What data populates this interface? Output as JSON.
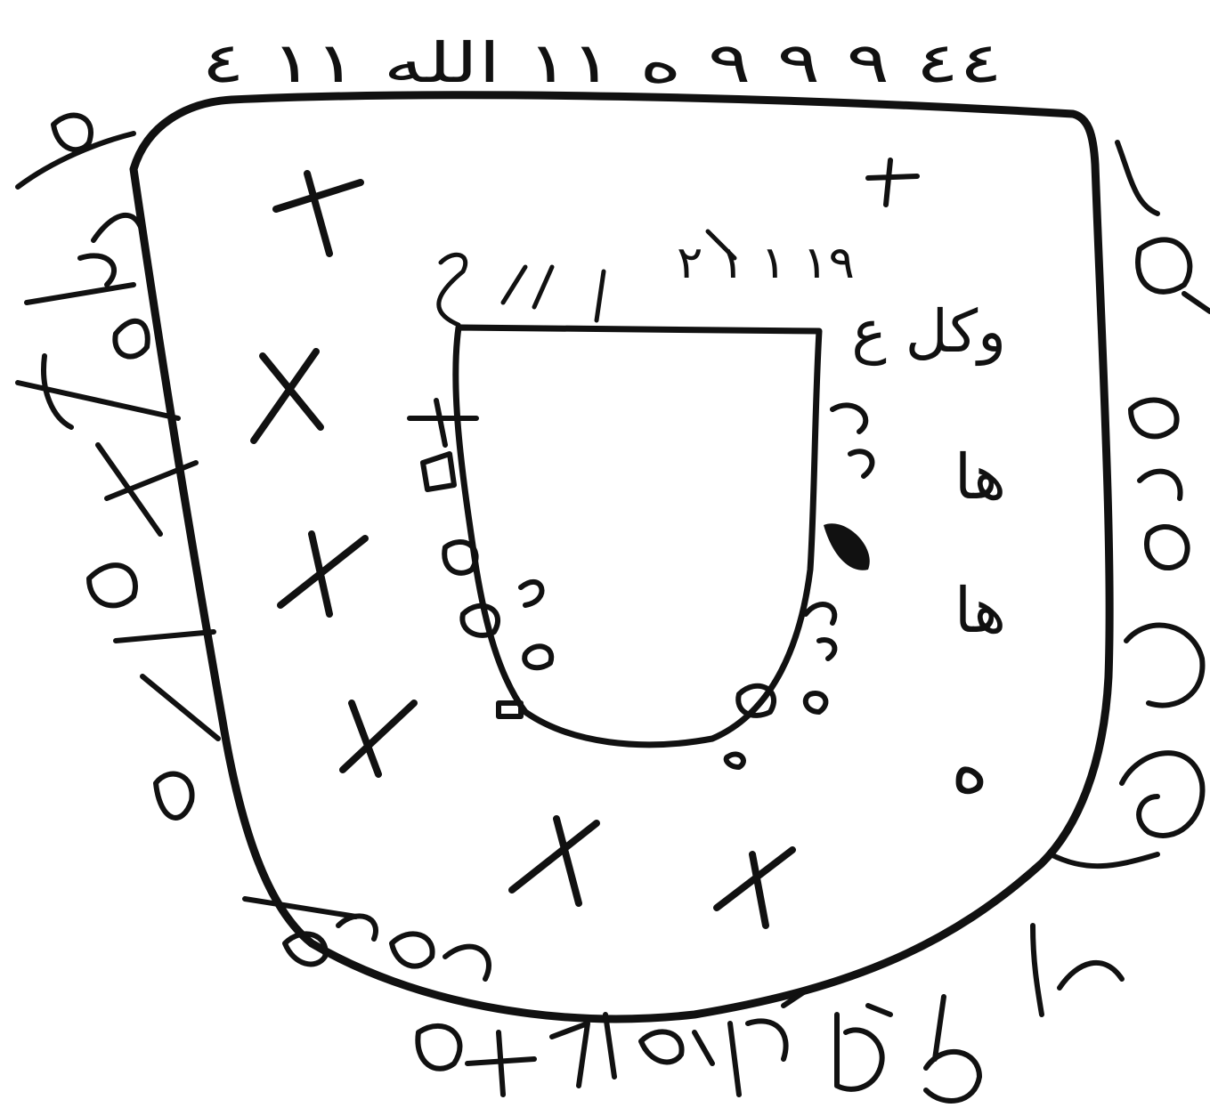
{
  "top_inscription": "٤٤ ٩ ٩ ٩ ه ١١ الله ١١ ٤",
  "inner_top_marks": "١٩ ١ ١ ٢",
  "right_inner_labels": {
    "line_1": "وكل ع",
    "line_2": "ها",
    "line_3": "ها",
    "line_4": "ه"
  },
  "ink_color": "#111111",
  "paper_color": "#ffffff"
}
